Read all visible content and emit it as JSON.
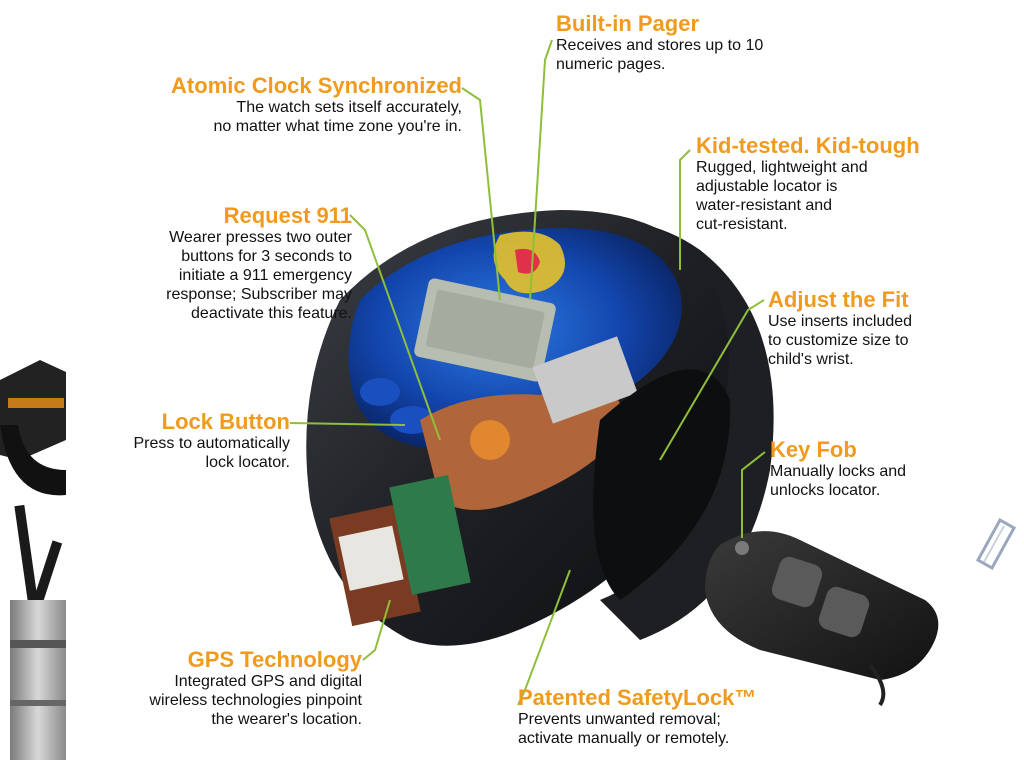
{
  "callouts": {
    "pager": {
      "title": "Built-in Pager",
      "desc": "Receives and stores up to 10\nnumeric pages."
    },
    "atomic": {
      "title": "Atomic Clock Synchronized",
      "desc": "The watch sets itself accurately,\nno matter what time zone you're in."
    },
    "kid": {
      "title": "Kid-tested.  Kid-tough",
      "desc": "Rugged, lightweight and\nadjustable locator is\nwater-resistant and\ncut-resistant."
    },
    "request": {
      "title": "Request 911",
      "desc": "Wearer presses two outer\nbuttons for 3 seconds to\ninitiate a 911 emergency\nresponse; Subscriber may\ndeactivate this feature."
    },
    "fit": {
      "title": "Adjust the Fit",
      "desc": "Use inserts included\nto customize size to\nchild's wrist."
    },
    "lock": {
      "title": "Lock Button",
      "desc": "Press to automatically\nlock locator."
    },
    "fob": {
      "title": "Key Fob",
      "desc": "Manually locks and\nunlocks locator."
    },
    "gps": {
      "title": "GPS Technology",
      "desc": "Integrated GPS and digital\nwireless technologies pinpoint\nthe wearer's location."
    },
    "safety": {
      "title": "Patented SafetyLock™",
      "desc": "Prevents unwanted removal;\nactivate manually or remotely."
    }
  },
  "colors": {
    "title": "#f09a1e",
    "leader": "#8fbf3a",
    "body": "#111111"
  },
  "icons": [
    "gps-locator-watch",
    "key-fob",
    "side-device-strap",
    "side-device-antenna",
    "side-device-cable"
  ]
}
